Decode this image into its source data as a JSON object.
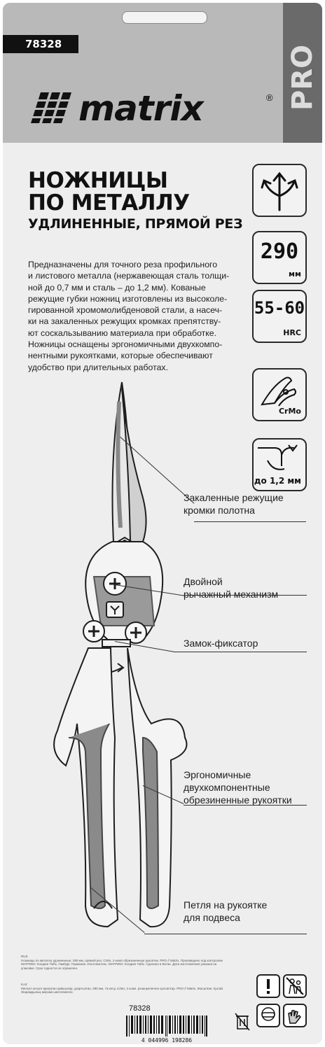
{
  "header": {
    "sku": "78328",
    "pro_label": "PRO",
    "brand": "matrix",
    "brand_mark": "®"
  },
  "title": {
    "line1": "НОЖНИЦЫ",
    "line2": "ПО МЕТАЛЛУ",
    "subtitle": "УДЛИНЕННЫЕ, ПРЯМОЙ РЕЗ"
  },
  "description": [
    "Предназначены для точного реза профильного",
    "и листового металла (нержавеющая сталь толщи-",
    "ной до 0,7 мм и сталь – до 1,2 мм). Кованые",
    "режущие губки ножниц изготовлены из высоколе-",
    "гированной хромомолибденовой стали, а насеч-",
    "ки на закаленных режущих кромках препятству-",
    "ют соскальзыванию материала при обработке.",
    "Ножницы оснащены эргономичными двухкомпо-",
    "нентными рукоятками, которые обеспечивают",
    "удобство при длительных работах."
  ],
  "spec_icons": [
    {
      "id": "cut-direction",
      "icon": "straight-cut-arrows-icon"
    },
    {
      "id": "length",
      "value": "290",
      "unit": "мм"
    },
    {
      "id": "hardness",
      "value": "55-60",
      "unit": "HRC"
    },
    {
      "id": "material",
      "label": "CrMo",
      "icon": "jaw-icon"
    },
    {
      "id": "capacity",
      "label": "до 1,2 мм",
      "icon": "sheet-cut-icon"
    }
  ],
  "callouts": [
    {
      "lines": [
        "Закаленные режущие",
        "кромки полотна"
      ]
    },
    {
      "lines": [
        "Двойной",
        "рычажный механизм"
      ]
    },
    {
      "lines": [
        "Замок-фиксатор"
      ]
    },
    {
      "lines": [
        "Эргономичные",
        "двухкомпонентные",
        "обрезиненные рукоятки"
      ]
    },
    {
      "lines": [
        "Петля на рукоятке",
        "для подвеса"
      ]
    }
  ],
  "footer": {
    "rus_tag": "RUS",
    "rus_text": "Ножницы по металлу удлиненные, 290 мм, прямой рез, CrMo, 2-комп обрезиненные рукоятки. PRO // Matrix. Произведено под контролем МАТРИКС Холдинг Гмбх, Гамбург, Германия. Изготовитель: МАТРИКС Холдинг Гмбх. Сделано в Китае. Дата изготовления указана на упаковке. Срок годности не ограничен.",
    "kaz_tag": "KAZ",
    "kaz_text": "Металл кесуге арналған қайшылар, ұзартылған, 290 мм, тік кесу, CrMo, 2 комп. резеңкеленген қолсаптар. PRO // Matrix. Жасалған: Қытай. Жарамдылық мерзімі шектелмеген.",
    "code": "78328",
    "barcode_digits": "4 044996 198286",
    "colors": {
      "card_bg": "#eeeeee",
      "header_bg": "#b9b9b9",
      "pro_strip": "#6a6a6a",
      "accent_grey": "#8a8a8a"
    }
  }
}
